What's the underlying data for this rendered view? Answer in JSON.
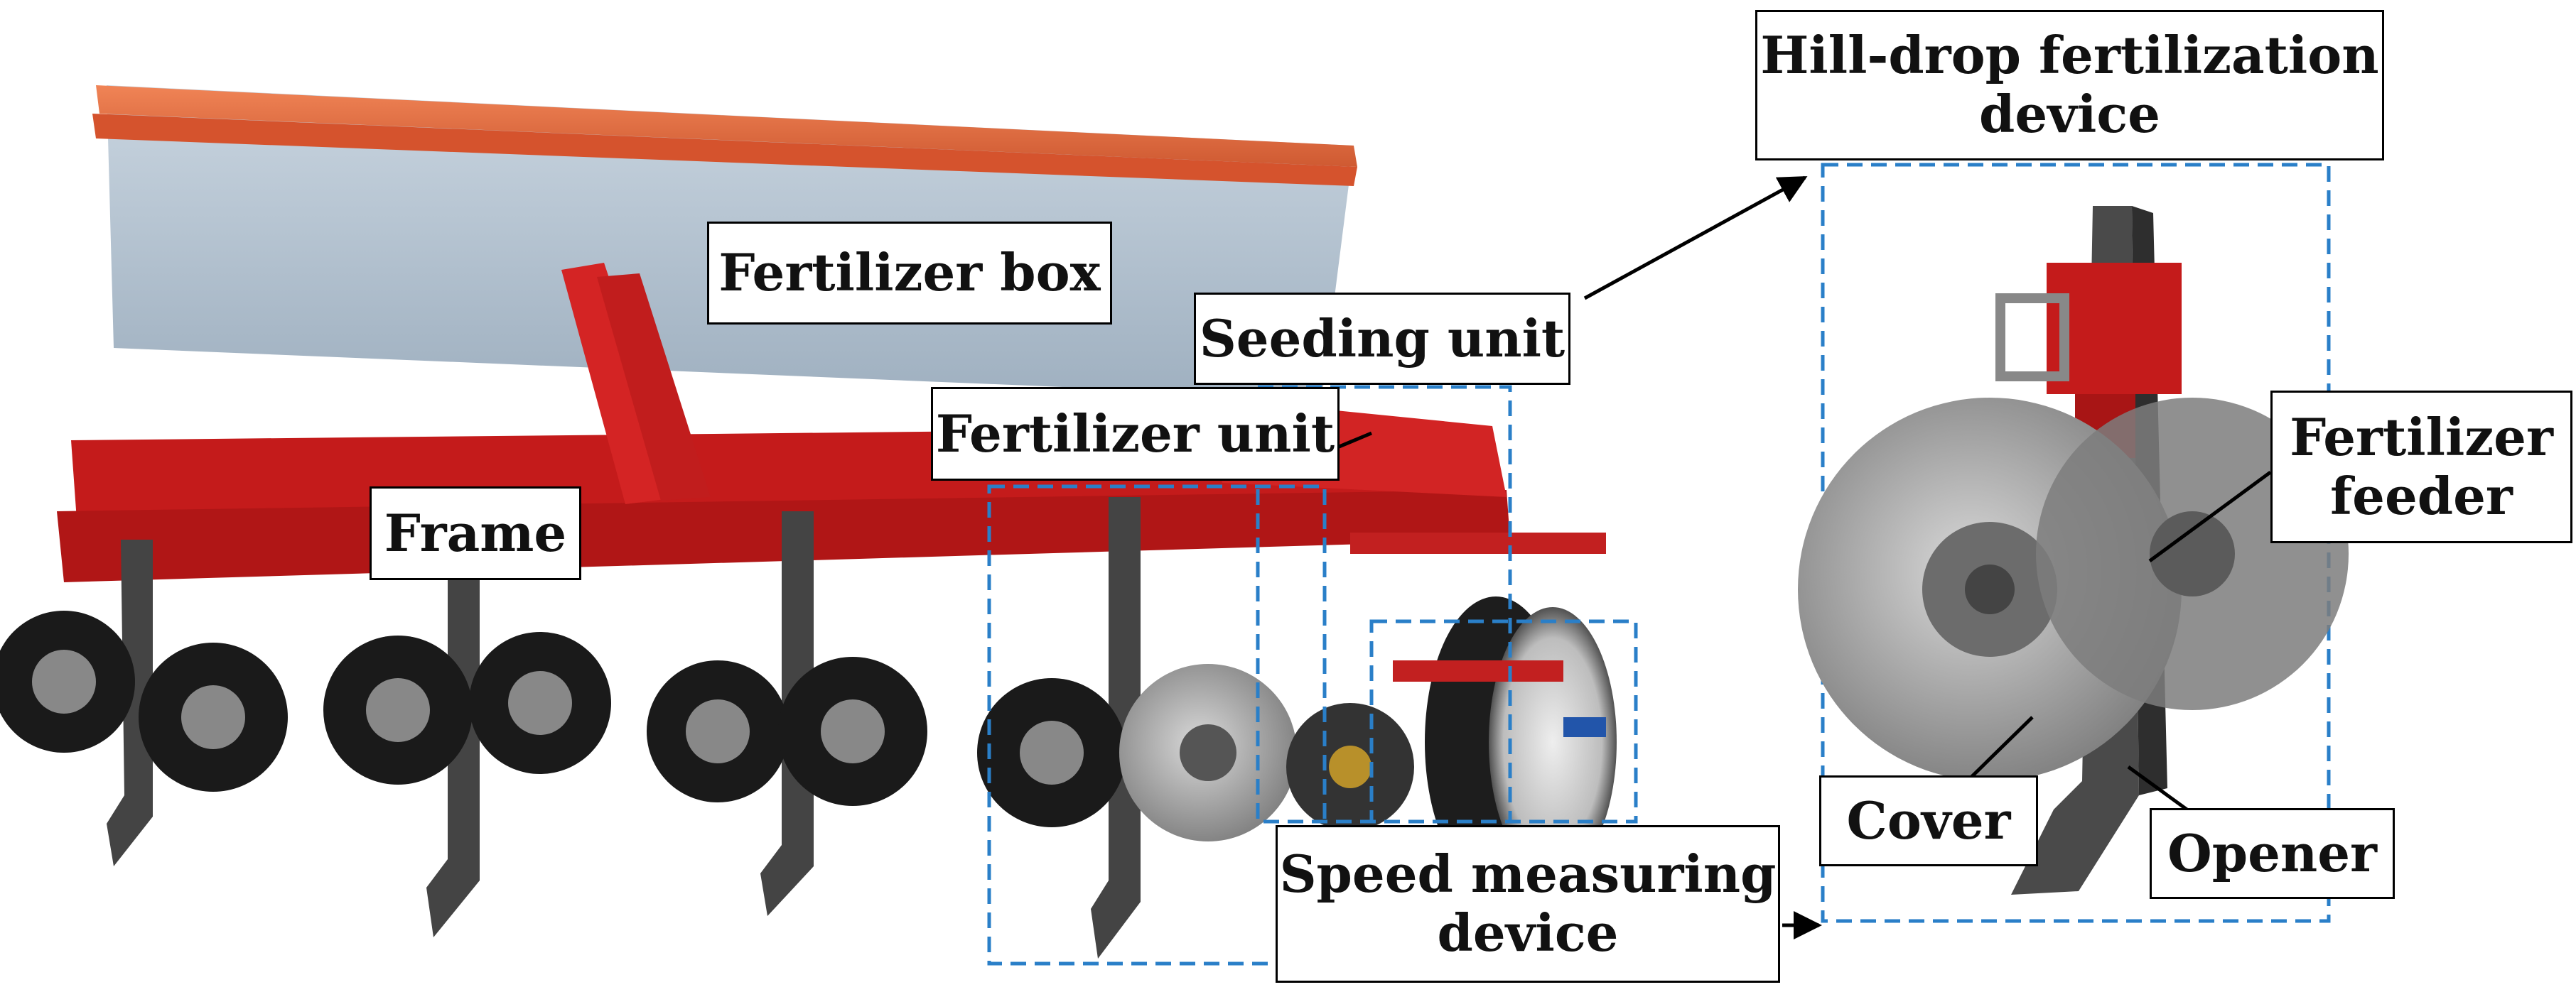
{
  "labels": {
    "fertilizer_box": "Fertilizer box",
    "seeding_unit": "Seeding unit",
    "fertilizer_unit": "Fertilizer unit",
    "frame": "Frame",
    "speed_measuring_device": [
      "Speed measuring",
      "device"
    ],
    "hill_drop_device": [
      "Hill-drop fertilization",
      "device"
    ],
    "fertilizer_feeder": [
      "Fertilizer",
      "feeder"
    ],
    "cover": "Cover",
    "opener": "Opener"
  },
  "colors": {
    "frame_red": "#cc1f1f",
    "box_top_orange": "#e06a40",
    "box_body_blue": "#b9c8d6",
    "callout_dash_blue": "#2a7fc8",
    "disc_gray": "#9a9a9a",
    "opener_dark": "#4a4a4a"
  }
}
